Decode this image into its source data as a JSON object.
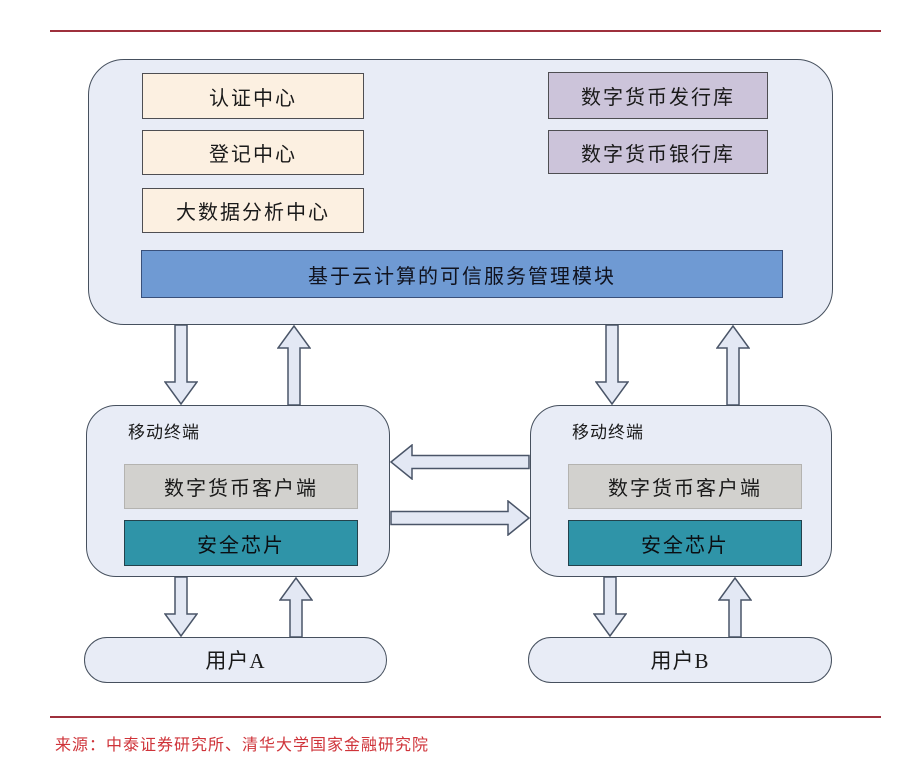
{
  "colors": {
    "rule_red": "#9e303c",
    "source_red": "#cf3339",
    "container_fill": "#e8ecf6",
    "container_border": "#46505e",
    "cream_fill": "#fcf0e1",
    "purple_fill": "#ccc4da",
    "blue_fill": "#6f9ad3",
    "gray_fill": "#d2d1ce",
    "teal_fill": "#2f94a8",
    "arrow_fill": "#e3e8f4",
    "arrow_stroke": "#4a5568"
  },
  "cloud_platform": {
    "left_boxes": [
      {
        "label": "认证中心"
      },
      {
        "label": "登记中心"
      },
      {
        "label": "大数据分析中心"
      }
    ],
    "right_boxes": [
      {
        "label": "数字货币发行库"
      },
      {
        "label": "数字货币银行库"
      }
    ],
    "service_module": "基于云计算的可信服务管理模块"
  },
  "terminals": [
    {
      "label": "移动终端",
      "client": "数字货币客户端",
      "chip": "安全芯片"
    },
    {
      "label": "移动终端",
      "client": "数字货币客户端",
      "chip": "安全芯片"
    }
  ],
  "users": [
    {
      "label": "用户A"
    },
    {
      "label": "用户B"
    }
  ],
  "source": "来源：中泰证券研究所、清华大学国家金融研究院"
}
